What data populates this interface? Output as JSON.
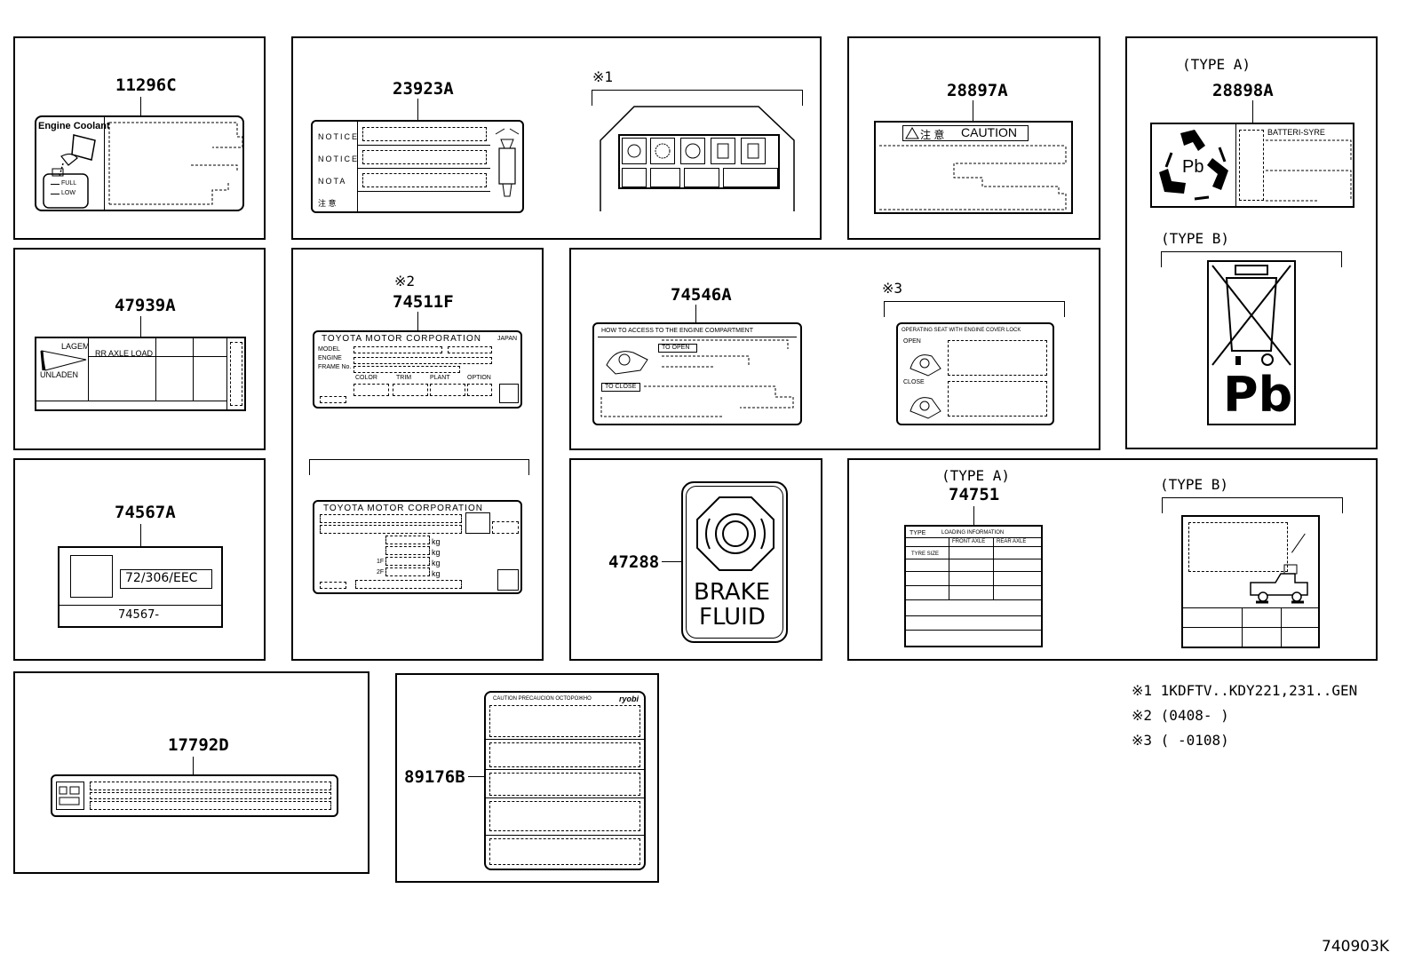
{
  "parts": {
    "p11296c": "11296C",
    "p23923a": "23923A",
    "p28897a": "28897A",
    "p28898a": "28898A",
    "p47939a": "47939A",
    "p74511f": "74511F",
    "p74546a": "74546A",
    "p74567a": "74567A",
    "p47288": "47288",
    "p74751": "74751",
    "p17792d": "17792D",
    "p89176b": "89176B"
  },
  "marks": {
    "m1": "※1",
    "m2": "※2",
    "m3": "※3",
    "type_a": "(TYPE A)",
    "type_b": "(TYPE B)"
  },
  "labels": {
    "engine_coolant": "Engine Coolant",
    "full": "FULL",
    "low": "LOW",
    "notice1": "NOTICE",
    "notice2": "NOTICE",
    "nota": "NOTA",
    "chinese": "注 意",
    "caution": "CAUTION",
    "caution_jp": "注 意",
    "batteri": "BATTERI-SYRE",
    "pb": "Pb",
    "lagem": "LAGEM",
    "rr_axle_load": "RR AXLE LOAD",
    "unladen": "UNLADEN",
    "toyota_motor": "TOYOTA MOTOR CORPORATION",
    "japan": "JAPAN",
    "model": "MODEL",
    "engine": "ENGINE",
    "frame": "FRAME No.",
    "color": "COLOR",
    "trim": "TRIM",
    "plant": "PLANT",
    "option": "OPTION",
    "kg": "kg",
    "f1": "1F",
    "f2": "2F",
    "how_to_access": "HOW TO ACCESS TO THE ENGINE COMPARTMENT",
    "to_open": "TO OPEN",
    "to_close": "TO CLOSE",
    "operating_seat": "OPERATING SEAT WITH ENGINE COVER LOCK",
    "open": "OPEN",
    "close": "CLOSE",
    "eec": "72/306/EEC",
    "p74567": "74567-",
    "brake": "BRAKE",
    "fluid": "FLUID",
    "type": "TYPE",
    "loading_info": "LOADING INFORMATION",
    "front_axle": "FRONT AXLE",
    "rear_axle": "REAR AXLE",
    "tyre_size": "TYRE SIZE",
    "caution_multi": "CAUTION  PRECAUCION  OCTOPOЖHO",
    "ryobi": "ryobi"
  },
  "footnotes": {
    "f1": "※1 1KDFTV..KDY221,231..GEN",
    "f2": "※2 (0408-    )",
    "f3": "※3 (     -0108)"
  },
  "diagram_id": "740903K"
}
